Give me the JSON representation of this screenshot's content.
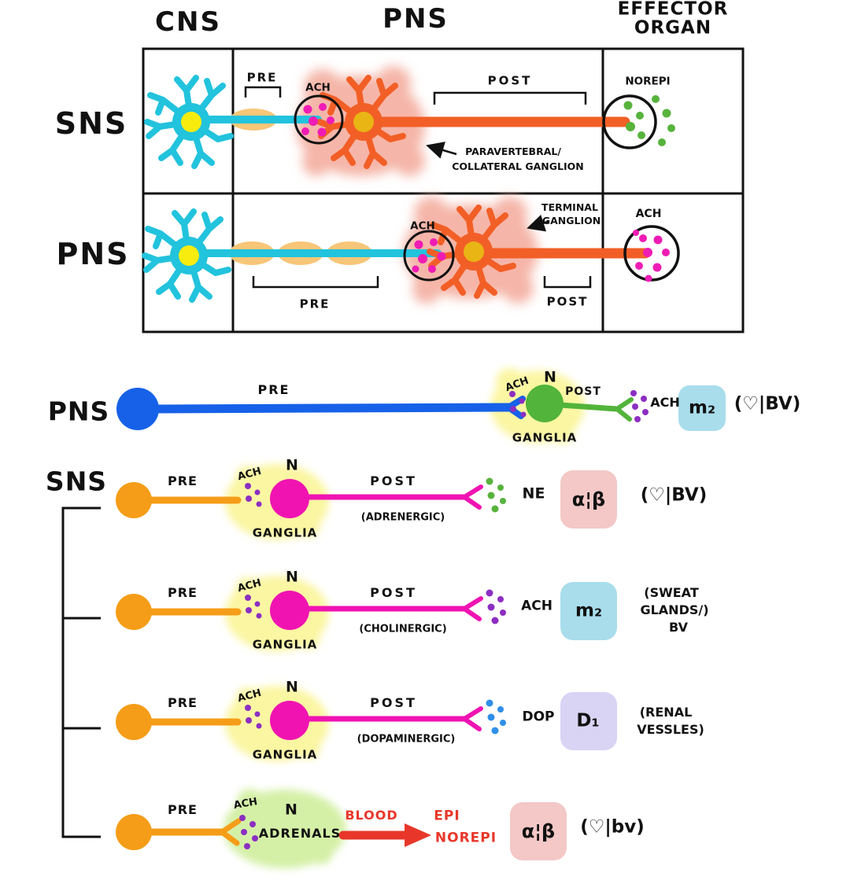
{
  "headers": {
    "cns": "CNS",
    "pns": "PNS",
    "effector_line1": "EFFECTOR",
    "effector_line2": "ORGAN"
  },
  "table": {
    "sns": {
      "row_label": "SNS",
      "pre": "PRE",
      "ach": "ACH",
      "post": "POST",
      "effector_nt": "NOREPI",
      "annotation_line1": "PARAVERTEBRAL/",
      "annotation_line2": "COLLATERAL GANGLION"
    },
    "pns": {
      "row_label": "PNS",
      "pre": "PRE",
      "ach": "ACH",
      "post": "POST",
      "effector_nt": "ACH",
      "annotation_line1": "TERMINAL",
      "annotation_line2": "GANGLION"
    }
  },
  "pns_pathway": {
    "label": "PNS",
    "pre": "PRE",
    "ach_ganglion": "ACH",
    "n": "N",
    "post": "POST",
    "ganglia": "GANGLIA",
    "nt": "ACH",
    "receptor": "m₂",
    "target": "(♡|BV)"
  },
  "sns_pathways": {
    "label": "SNS",
    "adrenergic": {
      "pre": "PRE",
      "ach_ganglion": "ACH",
      "n": "N",
      "ganglia": "GANGLIA",
      "post": "POST",
      "post_type": "(ADRENERGIC)",
      "nt": "NE",
      "receptor": "α¦β",
      "target": "(♡|BV)"
    },
    "cholinergic": {
      "pre": "PRE",
      "ach_ganglion": "ACH",
      "n": "N",
      "ganglia": "GANGLIA",
      "post": "POST",
      "post_type": "(CHOLINERGIC)",
      "nt": "ACH",
      "receptor": "m₂",
      "target_line1": "(SWEAT",
      "target_line2": "GLANDS/)",
      "target_line3": "BV"
    },
    "dopaminergic": {
      "pre": "PRE",
      "ach_ganglion": "ACH",
      "n": "N",
      "ganglia": "GANGLIA",
      "post": "POST",
      "post_type": "(DOPAMINERGIC)",
      "nt": "DOP",
      "receptor": "D₁",
      "target_line1": "(RENAL",
      "target_line2": "VESSLES)"
    },
    "adrenal": {
      "pre": "PRE",
      "ach": "ACH",
      "n": "N",
      "adrenals": "ADRENALS",
      "blood": "BLOOD",
      "nt_line1": "EPI",
      "nt_line2": "NOREPI",
      "receptor": "α¦β",
      "target": "(♡|bv)"
    }
  },
  "colors": {
    "neuron_cyan": "#22c3dd",
    "nucleus_yellow": "#f8ec0e",
    "myelin_orange": "#f8c678",
    "ganglion_halo_pink": "#f5b5a8",
    "ganglion_neuron_orange": "#f25f26",
    "nucleus_gold": "#e9b514",
    "ach_dot_magenta": "#ef1cb4",
    "norepi_dot_green": "#57b33c",
    "soma_blue": "#1661e8",
    "halo_yellow": "#fbf6a2",
    "ganglion_green": "#52b43a",
    "ach_dot_purple": "#8c2ec2",
    "soma_orange": "#f59d18",
    "ganglion_magenta": "#f013b2",
    "dop_dot_blue": "#2f8fe8",
    "receptor_pink": "#f3c8c6",
    "receptor_blue": "#a9ddec",
    "receptor_purple": "#d9d3f4",
    "adrenal_halo_green": "#d4f0a6",
    "blood_red": "#e8372a",
    "ink": "#111111"
  }
}
